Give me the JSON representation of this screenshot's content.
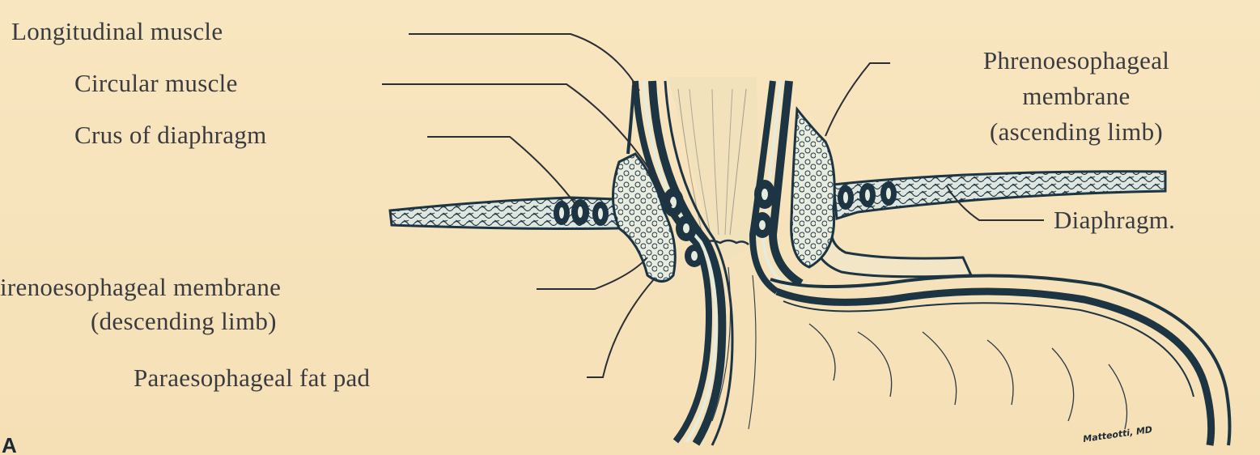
{
  "labels": {
    "longitudinal_muscle": "Longitudinal muscle",
    "circular_muscle": "Circular muscle",
    "crus": "Crus of diaphragm",
    "phreno_asc_line1": "Phrenoesophageal",
    "phreno_asc_line2": "membrane",
    "phreno_asc_line3": "(ascending limb)",
    "diaphragm": "Diaphragm.",
    "phreno_desc_line1": "irenoesophageal membrane",
    "phreno_desc_line2": "(descending limb)",
    "fat_pad": "Paraesophageal fat pad"
  },
  "signature": "Matteotti, MD",
  "panel_letter": "A",
  "colors": {
    "background": "#f7e4bc",
    "ink": "#1d3442",
    "label_text": "#3a3b40"
  }
}
